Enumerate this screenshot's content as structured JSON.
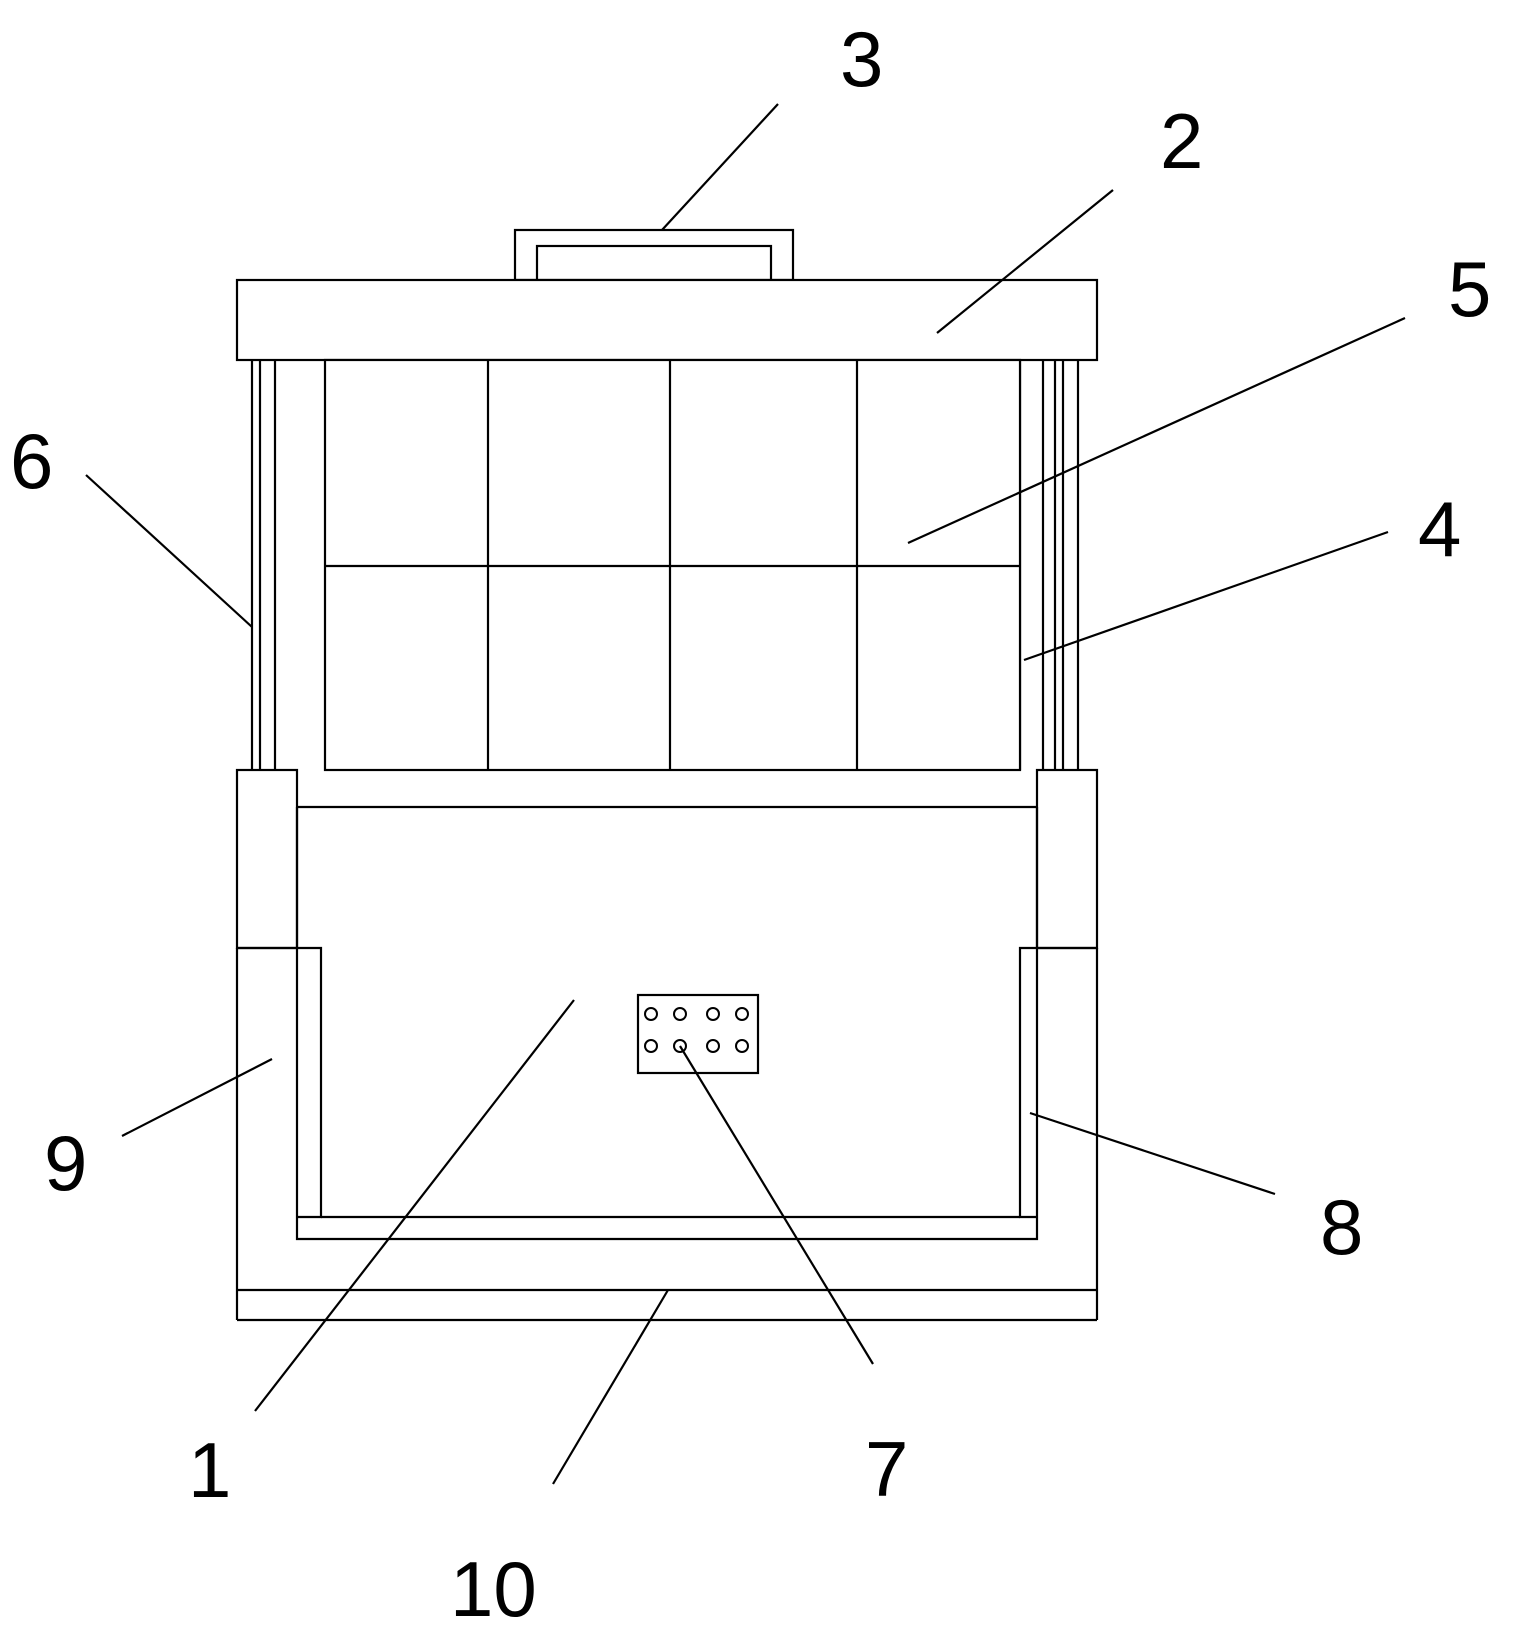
{
  "callouts": [
    {
      "id": "1",
      "text": "1"
    },
    {
      "id": "2",
      "text": "2"
    },
    {
      "id": "3",
      "text": "3"
    },
    {
      "id": "4",
      "text": "4"
    },
    {
      "id": "5",
      "text": "5"
    },
    {
      "id": "6",
      "text": "6"
    },
    {
      "id": "7",
      "text": "7"
    },
    {
      "id": "8",
      "text": "8"
    },
    {
      "id": "9",
      "text": "9"
    },
    {
      "id": "10",
      "text": "10"
    }
  ],
  "colors": {
    "line": "#000000",
    "background": "#ffffff"
  }
}
